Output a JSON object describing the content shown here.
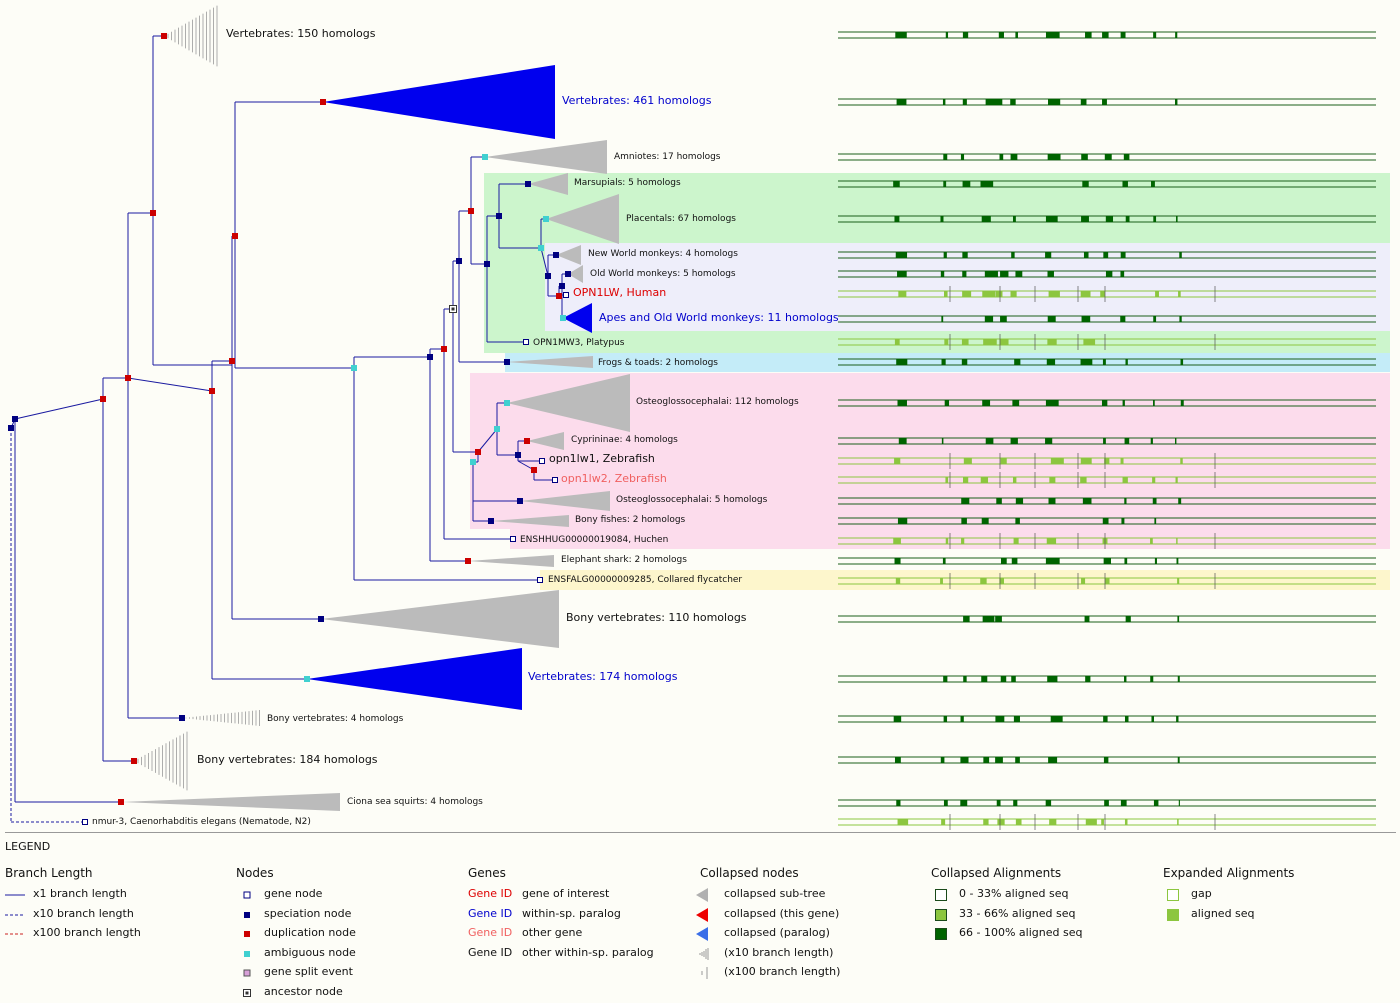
{
  "tree": {
    "leaves": [
      {
        "name": "leaf-vertebrates-150",
        "label": "Vertebrates: 150 homologs",
        "color": "#111111"
      },
      {
        "name": "leaf-vertebrates-461",
        "label": "Vertebrates: 461 homologs",
        "color": "#0000cc"
      },
      {
        "name": "leaf-amniotes",
        "label": "Amniotes: 17 homologs",
        "color": "#111111"
      },
      {
        "name": "leaf-marsupials",
        "label": "Marsupials: 5 homologs",
        "color": "#111111"
      },
      {
        "name": "leaf-placentals",
        "label": "Placentals: 67 homologs",
        "color": "#111111"
      },
      {
        "name": "leaf-new-world-monkeys",
        "label": "New World monkeys: 4 homologs",
        "color": "#111111"
      },
      {
        "name": "leaf-old-world-monkeys",
        "label": "Old World monkeys: 5 homologs",
        "color": "#111111"
      },
      {
        "name": "leaf-opn1lw-human",
        "label": "OPN1LW, Human",
        "color": "#dd0000"
      },
      {
        "name": "leaf-apes",
        "label": "Apes and Old World monkeys: 11 homologs",
        "color": "#0000cc"
      },
      {
        "name": "leaf-opn1mw3-platypus",
        "label": "OPN1MW3, Platypus",
        "color": "#111111"
      },
      {
        "name": "leaf-frogs",
        "label": "Frogs & toads: 2 homologs",
        "color": "#111111"
      },
      {
        "name": "leaf-osteoglosso-112",
        "label": "Osteoglossocephalai: 112 homologs",
        "color": "#111111"
      },
      {
        "name": "leaf-cyprininae",
        "label": "Cyprininae: 4 homologs",
        "color": "#111111"
      },
      {
        "name": "leaf-opn1lw1-zebrafish",
        "label": "opn1lw1, Zebrafish",
        "color": "#111111"
      },
      {
        "name": "leaf-opn1lw2-zebrafish",
        "label": "opn1lw2, Zebrafish",
        "color": "#f06060"
      },
      {
        "name": "leaf-osteoglosso-5",
        "label": "Osteoglossocephalai: 5 homologs",
        "color": "#111111"
      },
      {
        "name": "leaf-bony-fishes",
        "label": "Bony fishes: 2 homologs",
        "color": "#111111"
      },
      {
        "name": "leaf-huchen",
        "label": "ENSHHUG00000019084, Huchen",
        "color": "#111111"
      },
      {
        "name": "leaf-elephant-shark",
        "label": "Elephant shark: 2 homologs",
        "color": "#111111"
      },
      {
        "name": "leaf-collared-flycatcher",
        "label": "ENSFALG00000009285, Collared flycatcher",
        "color": "#111111"
      },
      {
        "name": "leaf-bony-vertebrates-110",
        "label": "Bony vertebrates: 110 homologs",
        "color": "#111111"
      },
      {
        "name": "leaf-vertebrates-174",
        "label": "Vertebrates: 174 homologs",
        "color": "#0000cc"
      },
      {
        "name": "leaf-bony-vertebrates-4",
        "label": "Bony vertebrates: 4 homologs",
        "color": "#111111"
      },
      {
        "name": "leaf-bony-vertebrates-184",
        "label": "Bony vertebrates: 184 homologs",
        "color": "#111111"
      },
      {
        "name": "leaf-ciona",
        "label": "Ciona sea squirts: 4 homologs",
        "color": "#111111"
      },
      {
        "name": "leaf-nmur3",
        "label": "nmur-3, Caenorhabditis elegans (Nematode, N2)",
        "color": "#111111"
      }
    ]
  },
  "legend": {
    "title": "LEGEND",
    "branch_length": {
      "heading": "Branch Length",
      "items": [
        {
          "label": "x1 branch length",
          "color": "#1a1aa0",
          "style": "solid"
        },
        {
          "label": "x10 branch length",
          "color": "#1a1aa0",
          "style": "dashed"
        },
        {
          "label": "x100 branch length",
          "color": "#cc2222",
          "style": "dashed"
        }
      ]
    },
    "nodes": {
      "heading": "Nodes",
      "items": [
        {
          "label": "gene node",
          "icon": "open-square-icon"
        },
        {
          "label": "speciation node",
          "icon": "navy-square-icon",
          "color": "#000080"
        },
        {
          "label": "duplication node",
          "icon": "red-square-icon",
          "color": "#cc0000"
        },
        {
          "label": "ambiguous node",
          "icon": "cyan-square-icon",
          "color": "#40d0d0"
        },
        {
          "label": "gene split event",
          "icon": "pink-square-icon",
          "color": "#d8a0d8"
        },
        {
          "label": "ancestor node",
          "icon": "ancestor-square-icon"
        }
      ]
    },
    "genes": {
      "heading": "Genes",
      "items": [
        {
          "id": "Gene ID",
          "desc": "gene of interest",
          "color": "#dd0000"
        },
        {
          "id": "Gene ID",
          "desc": "within-sp. paralog",
          "color": "#0000cc"
        },
        {
          "id": "Gene ID",
          "desc": "other gene",
          "color": "#f06060"
        },
        {
          "id": "Gene ID",
          "desc": "other within-sp. paralog",
          "color": "#111111"
        }
      ]
    },
    "collapsed_nodes": {
      "heading": "Collapsed nodes",
      "items": [
        {
          "label": "collapsed sub-tree",
          "icon": "gray-triangle-icon",
          "color": "#b0b0b0"
        },
        {
          "label": "collapsed (this gene)",
          "icon": "red-triangle-icon",
          "color": "#ee0000"
        },
        {
          "label": "collapsed (paralog)",
          "icon": "blue-triangle-icon",
          "color": "#3a6ee8"
        },
        {
          "label": "(x10 branch length)",
          "icon": "x10-triangle-icon"
        },
        {
          "label": "(x100 branch length)",
          "icon": "x100-triangle-icon"
        }
      ]
    },
    "collapsed_alignments": {
      "heading": "Collapsed Alignments",
      "items": [
        {
          "label": "0 - 33% aligned seq",
          "fill": "#ffffff",
          "border": "#1a4a1a"
        },
        {
          "label": "33 - 66% aligned seq",
          "fill": "#8cc63f",
          "border": "#1a4a1a"
        },
        {
          "label": "66 - 100% aligned seq",
          "fill": "#006400",
          "border": "#1a4a1a"
        }
      ]
    },
    "expanded_alignments": {
      "heading": "Expanded Alignments",
      "items": [
        {
          "label": "gap",
          "fill": "#ffffff",
          "border": "#8cc63f"
        },
        {
          "label": "aligned seq",
          "fill": "#8cc63f",
          "border": "#8cc63f"
        }
      ]
    }
  }
}
